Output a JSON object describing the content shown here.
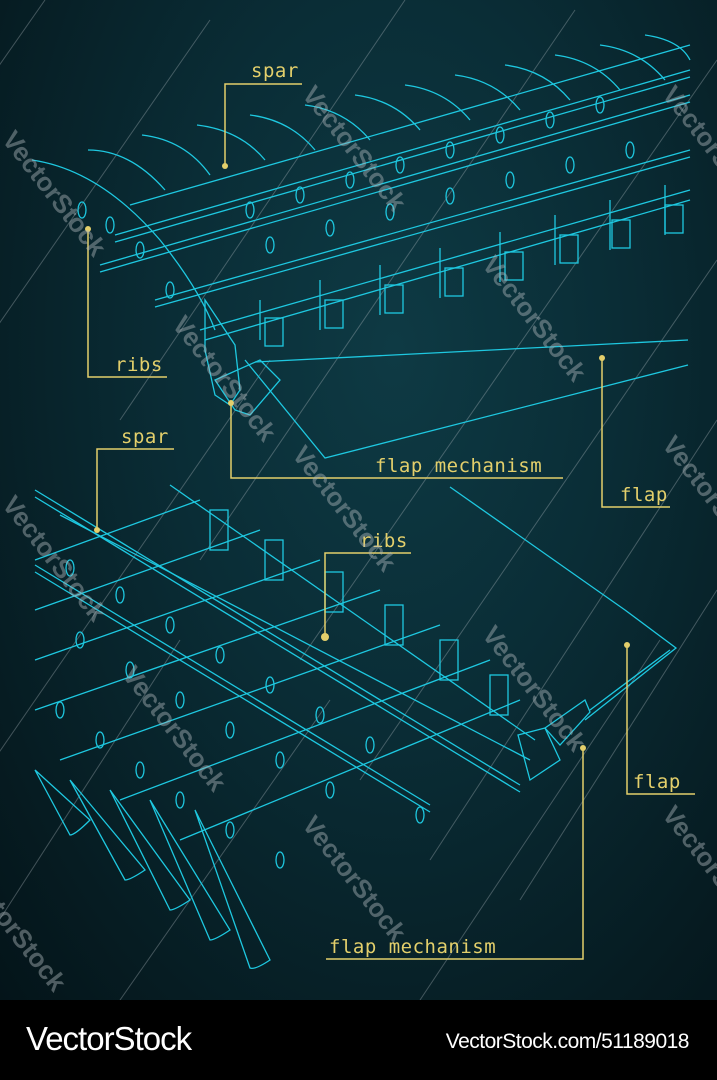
{
  "colors": {
    "background": "#0a2d36",
    "line": "#1ec8e0",
    "annotation": "#e3cf6b",
    "footer_bg": "#000000",
    "footer_text": "#ffffff"
  },
  "top_view": {
    "labels": {
      "spar": "spar",
      "ribs": "ribs",
      "flap_mechanism": "flap mechanism",
      "flap": "flap"
    }
  },
  "bottom_view": {
    "labels": {
      "spar": "spar",
      "ribs": "ribs",
      "flap_mechanism": "flap mechanism",
      "flap": "flap"
    }
  },
  "watermark": {
    "text": "VectorStock"
  },
  "footer": {
    "brand": "VectorStock",
    "url": "VectorStock.com/51189018"
  }
}
